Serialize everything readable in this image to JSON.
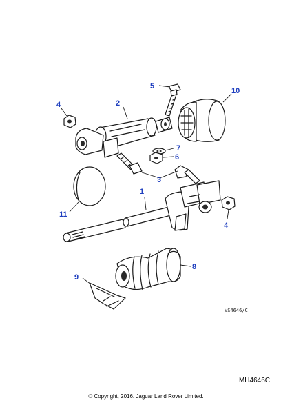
{
  "callouts": [
    "1",
    "2",
    "3",
    "4",
    "4",
    "5",
    "6",
    "7",
    "8",
    "9",
    "10",
    "11"
  ],
  "drawing_reference": "VS4646/C",
  "diagram_code": "MH4646C",
  "copyright": "© Copyright, 2016. Jaguar Land Rover Limited.",
  "colors": {
    "callout": "#1f3fbf",
    "line": "#1a1a1a",
    "background": "#ffffff"
  }
}
